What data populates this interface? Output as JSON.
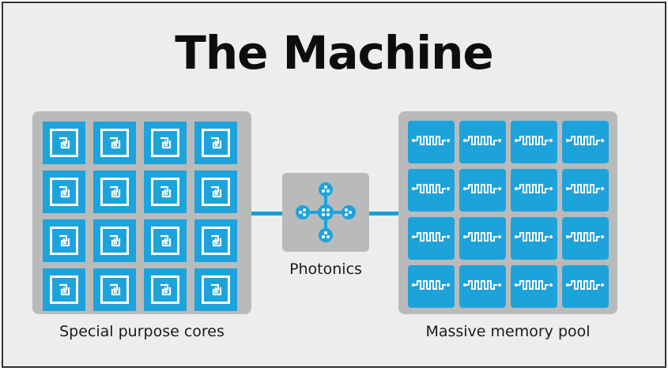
{
  "title": "The Machine",
  "labels": {
    "cores": "Special purpose cores",
    "photonics": "Photonics",
    "memory": "Massive memory pool"
  },
  "colors": {
    "accent": "#1da3dc",
    "panel": "#b9bbba",
    "background": "#eceeed"
  },
  "icons": {
    "core": "processor-core-icon",
    "memory": "memory-waveform-icon",
    "photonics": "photonic-network-icon"
  }
}
